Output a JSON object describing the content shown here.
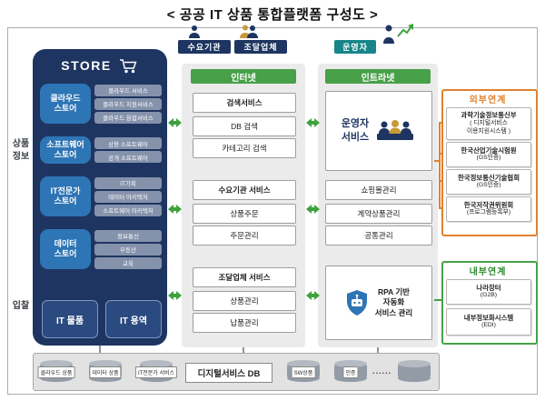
{
  "title": "< 공공 IT 상품 통합플랫폼 구성도 >",
  "colors": {
    "navy": "#1e3561",
    "blue": "#2e75b6",
    "sub_gray_blue": "#8592ab",
    "green": "#48a048",
    "teal": "#17868a",
    "orange": "#e0812f",
    "column_gray": "#ebebeb",
    "gold": "#c79a38"
  },
  "side_labels": {
    "product_info": "상품\n정보",
    "bidding": "입찰"
  },
  "actors": {
    "demand": "수요기관",
    "supplier": "조달업체",
    "operator": "운영자"
  },
  "store": {
    "title": "STORE",
    "items": [
      {
        "label": "클라우드\n스토어",
        "subs": [
          "클라우드 서비스",
          "클라우드 지원서비스",
          "클라우드 융합서비스"
        ]
      },
      {
        "label": "소프트웨어\n스토어",
        "subs": [
          "상용 소프트웨어",
          "공개 소프트웨어"
        ]
      },
      {
        "label": "IT전문가\n스토어",
        "subs": [
          "IT기획",
          "데이터 아키텍처",
          "소프트웨어 아키텍처"
        ]
      },
      {
        "label": "데이터\n스토어",
        "subs": [
          "정보통신",
          "부동산",
          "교육"
        ]
      }
    ],
    "bottom": [
      "IT 물품",
      "IT 용역"
    ]
  },
  "internet": {
    "header": "인터넷",
    "groups": [
      {
        "title": "검색서비스",
        "items": [
          "DB 검색",
          "카테고리 검색"
        ]
      },
      {
        "title": "수요기관 서비스",
        "items": [
          "상품주문",
          "주문관리"
        ]
      },
      {
        "title": "조달업체 서비스",
        "items": [
          "상품관리",
          "납품관리"
        ]
      }
    ]
  },
  "intranet": {
    "header": "인트라넷",
    "operator_box": "운영자\n서비스",
    "items": [
      "쇼핑몰관리",
      "계약상품관리",
      "공통관리"
    ],
    "rpa_box": "RPA 기반\n자동화\n서비스 관리"
  },
  "external": {
    "title": "외부연계",
    "items": [
      {
        "name": "과학기술정보통신부",
        "sub": "( 디지털서비스\n이용지원시스템 )"
      },
      {
        "name": "한국산업기술시험원",
        "sub": "(GS인증)"
      },
      {
        "name": "한국정보통신기술협회",
        "sub": "(GS인증)"
      },
      {
        "name": "한국저작권위원회",
        "sub": "(프로그램등록부)"
      }
    ]
  },
  "internal": {
    "title": "내부연계",
    "items": [
      {
        "name": "나라장터",
        "sub": "(G2B)"
      },
      {
        "name": "내부정보화시스템",
        "sub": "(EDI)"
      }
    ]
  },
  "db_bar": {
    "label": "디지털서비스 DB",
    "left_cylinders": [
      "클라우드 상품",
      "데이터 상품",
      "IT전문가 서비스"
    ],
    "right_cylinders": [
      "SW상품",
      "인증"
    ],
    "dots": "......"
  }
}
